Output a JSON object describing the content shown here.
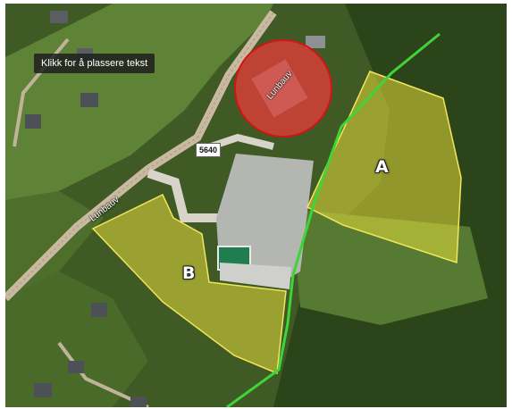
{
  "map": {
    "tooltip_text": "Klikk for å plassere tekst",
    "road_number": "5640",
    "road_names": [
      "Lunbauv",
      "Lunbauv"
    ],
    "zones": [
      {
        "label": "A",
        "fill": "#e8dc3a",
        "stroke": "#f1e65a"
      },
      {
        "label": "B",
        "fill": "#e8dc3a",
        "stroke": "#f1e65a"
      }
    ],
    "route_color": "#3ed43a",
    "marker": {
      "fill": "#f03a3a",
      "stroke": "#d41414"
    },
    "colors": {
      "forest": "#2f4a1c",
      "field": "#6f8f3e",
      "gravel": "#b4b6b2",
      "road": "#c9b9a0"
    }
  }
}
